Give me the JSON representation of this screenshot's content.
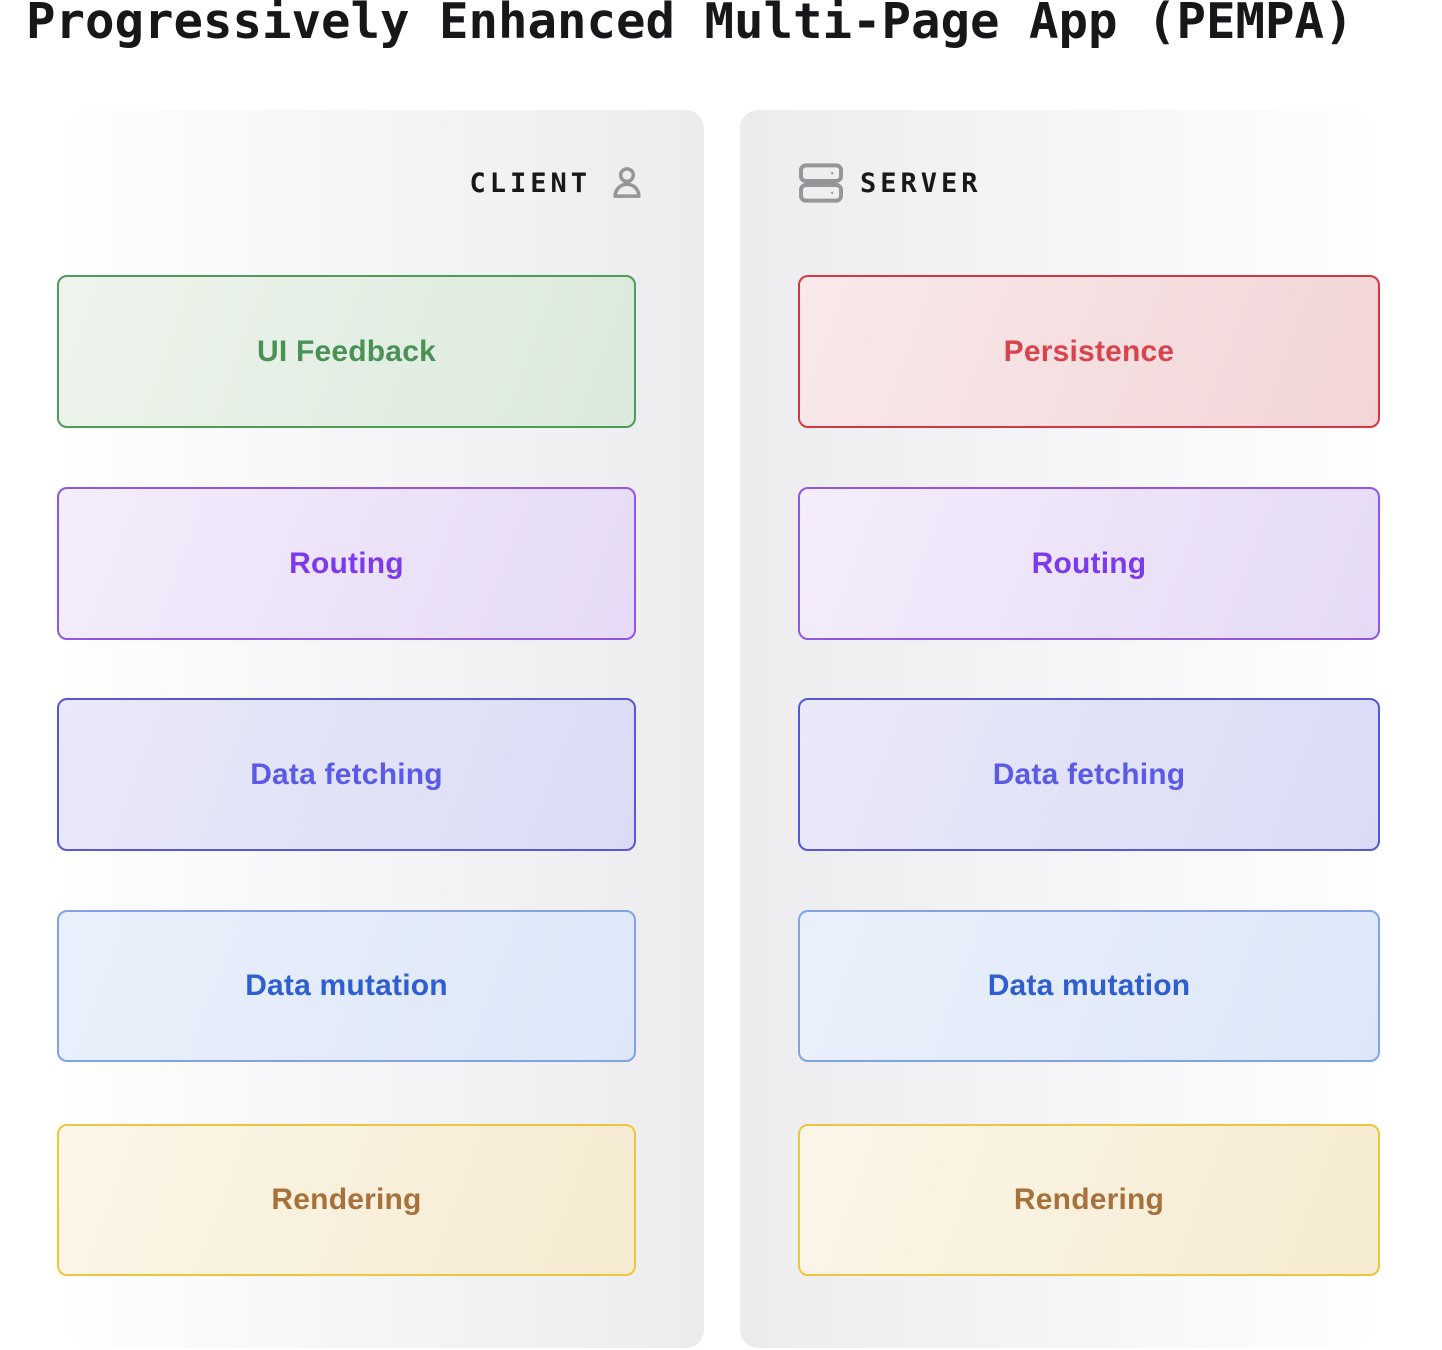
{
  "title": "Progressively Enhanced Multi-Page App (PEMPA)",
  "columns": [
    {
      "id": "client",
      "label": "CLIENT",
      "icon": "user-icon",
      "boxes": [
        {
          "label": "UI Feedback",
          "theme": "green"
        },
        {
          "label": "Routing",
          "theme": "purple"
        },
        {
          "label": "Data fetching",
          "theme": "indigo"
        },
        {
          "label": "Data mutation",
          "theme": "blue"
        },
        {
          "label": "Rendering",
          "theme": "amber"
        }
      ]
    },
    {
      "id": "server",
      "label": "SERVER",
      "icon": "server-icon",
      "boxes": [
        {
          "label": "Persistence",
          "theme": "red"
        },
        {
          "label": "Routing",
          "theme": "purple"
        },
        {
          "label": "Data fetching",
          "theme": "indigo"
        },
        {
          "label": "Data mutation",
          "theme": "blue"
        },
        {
          "label": "Rendering",
          "theme": "amber"
        }
      ]
    }
  ],
  "themes": {
    "green": {
      "border": "#4d9c59",
      "text": "#4a9156",
      "bg_start": "#eef4ec",
      "bg_end": "#dbe9dc"
    },
    "red": {
      "border": "#d63842",
      "text": "#d9434e",
      "bg_start": "#f9e9ea",
      "bg_end": "#f2d5d7"
    },
    "purple": {
      "border": "#9256e4",
      "text": "#7c3aed",
      "bg_start": "#f4edfb",
      "bg_end": "#e6daf6"
    },
    "indigo": {
      "border": "#5857d6",
      "text": "#5a5ae8",
      "bg_start": "#e9e9f9",
      "bg_end": "#dbdbf5"
    },
    "blue": {
      "border": "#82a2e8",
      "text": "#2e5ecf",
      "bg_start": "#eaf0fb",
      "bg_end": "#dde7f8"
    },
    "amber": {
      "border": "#eec53e",
      "text": "#a8703b",
      "bg_start": "#fbf6e8",
      "bg_end": "#f5ebd1"
    }
  },
  "icon_color": "#95959a"
}
